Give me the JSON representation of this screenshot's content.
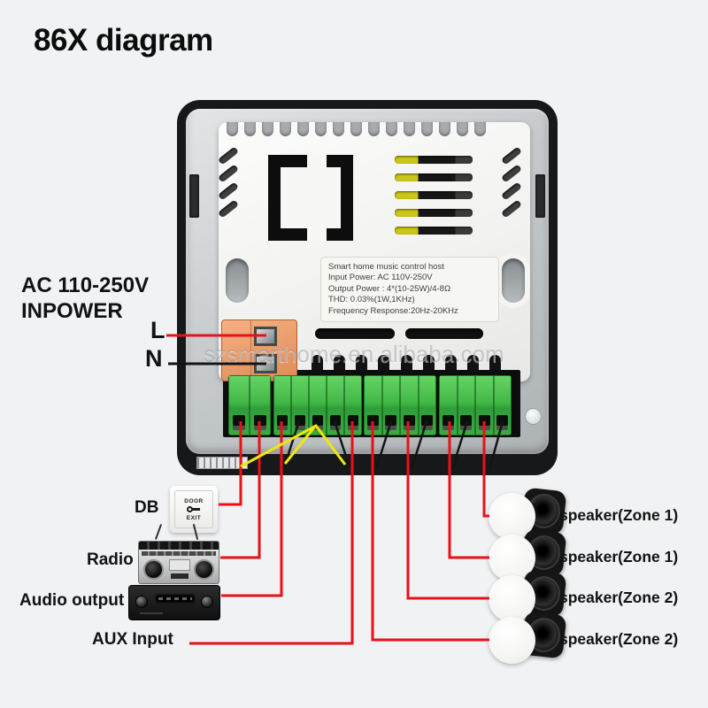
{
  "title": "86X diagram",
  "watermark": "szsmarthome.en.alibaba.com",
  "power_input": {
    "label_line1": "AC 110-250V",
    "label_line2": "INPOWER",
    "live": "L",
    "neutral": "N"
  },
  "spec_sticker": {
    "lines": [
      "Smart home music control host",
      "Input Power: AC 110V-250V",
      "Output Power : 4*(10-25W)/4-8Ω",
      "THD: 0.03%(1W,1KHz)",
      "Frequency Response:20Hz-20KHz"
    ]
  },
  "door_button": {
    "line1": "DOOR",
    "line2": "EXIT"
  },
  "connections_left": [
    {
      "label": "DB"
    },
    {
      "label": "Radio"
    },
    {
      "label": "Audio output"
    },
    {
      "label": "AUX Input"
    }
  ],
  "speakers": [
    {
      "label": "speaker(Zone 1)"
    },
    {
      "label": "speaker(Zone 1)"
    },
    {
      "label": "speaker(Zone 2)"
    },
    {
      "label": "speaker(Zone 2)"
    }
  ],
  "colors": {
    "wire_live": "#e8111a",
    "wire_neutral": "#141414",
    "wire_signal": "#f2e60c",
    "terminal_green": "#3fb544",
    "terminal_orange": "#eb9a6f",
    "background": "#f0f2f3"
  }
}
